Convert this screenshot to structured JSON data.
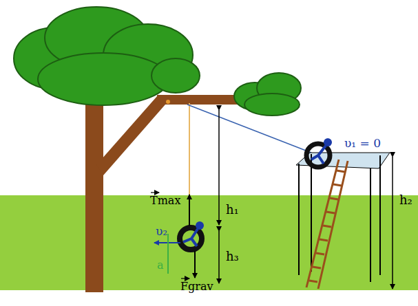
{
  "diagram": {
    "labels": [
      "h₁",
      "h₂",
      "h₃",
      "Tmax",
      "υ₂",
      "υ₁ = 0",
      "Fgrav",
      "a"
    ]
  }
}
